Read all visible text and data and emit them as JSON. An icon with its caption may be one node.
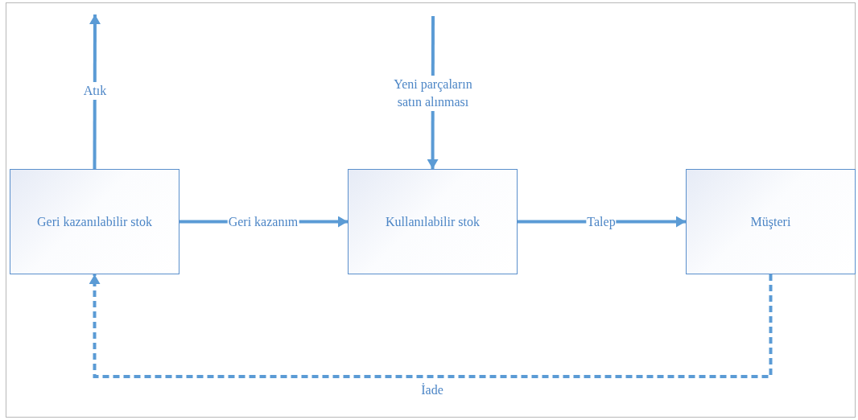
{
  "diagram": {
    "nodes": [
      {
        "text": [
          "Geri kazanılabilir stok"
        ]
      },
      {
        "text": [
          "Kullanılabilir stok"
        ]
      },
      {
        "text": [
          "Müşteri"
        ]
      }
    ],
    "edges": [
      {
        "from": 0,
        "to": null,
        "arrow": "to",
        "label": "Atık"
      },
      {
        "from": null,
        "to": 1,
        "arrow": "to",
        "label": "Yeni parçaların satın alınması"
      },
      {
        "from": 0,
        "to": 1,
        "arrow": "to",
        "label": "Geri kazanım"
      },
      {
        "from": 1,
        "to": 2,
        "arrow": "to",
        "label": "Talep"
      },
      {
        "from": 2,
        "to": 0,
        "arrow": "to",
        "label": "İade",
        "style": "dashed"
      }
    ]
  }
}
